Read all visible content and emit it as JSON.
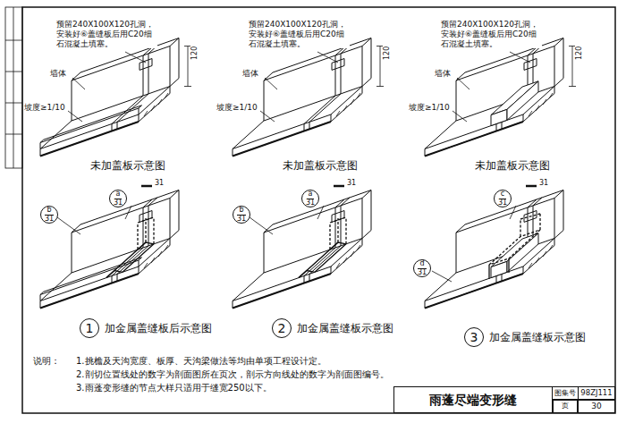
{
  "diagram": {
    "title": "雨蓬尽端变形缝",
    "nodes": [
      {
        "text": [
          "a",
          "31"
        ]
      },
      {
        "text": [
          "b",
          "31"
        ]
      },
      {
        "text": [
          "a",
          "31"
        ]
      },
      {
        "text": [
          "b",
          "31"
        ]
      },
      {
        "text": [
          "c",
          "31"
        ]
      },
      {
        "text": [
          "d",
          "31"
        ]
      },
      {
        "text": [
          "1"
        ]
      },
      {
        "text": [
          "2"
        ]
      },
      {
        "text": [
          "3"
        ]
      },
      {
        "text": [
          "雨蓬尽端变形缝"
        ]
      },
      {
        "text": [
          "图集号"
        ]
      },
      {
        "text": [
          "98ZJ111"
        ]
      },
      {
        "text": [
          "页"
        ]
      },
      {
        "text": [
          "30"
        ]
      }
    ],
    "labels": [
      "预留240X100X120孔洞，安装好⑥盖缝板后用C20细石混凝土填塞。",
      "墙体",
      "坡度≥1/10",
      "120",
      "未加盖板示意图",
      "预留240X100X120孔洞，安装好⑥盖缝板后用C20细石混凝土填塞。",
      "墙体",
      "坡度≥1/10",
      "120",
      "未加盖板示意图",
      "预留240X100X120孔洞，安装好⑥盖缝板后用C20细石混凝土填塞。",
      "墙体",
      "坡度≥1/10",
      "120",
      "未加盖板示意图",
      "31",
      "加金属盖缝板后示意图",
      "31",
      "加金属盖缝板示意图",
      "31",
      "加金属盖缝板示意图",
      "说明：",
      "1.挑檐及天沟宽度、板厚、天沟梁做法等均由单项工程设计定。",
      "2.剖切位置线处的数字为剖面图所在页次，剖示方向线处的数字为剖面图编号。",
      "3.雨蓬变形缝的节点大样只适用于缝宽250以下。"
    ]
  }
}
